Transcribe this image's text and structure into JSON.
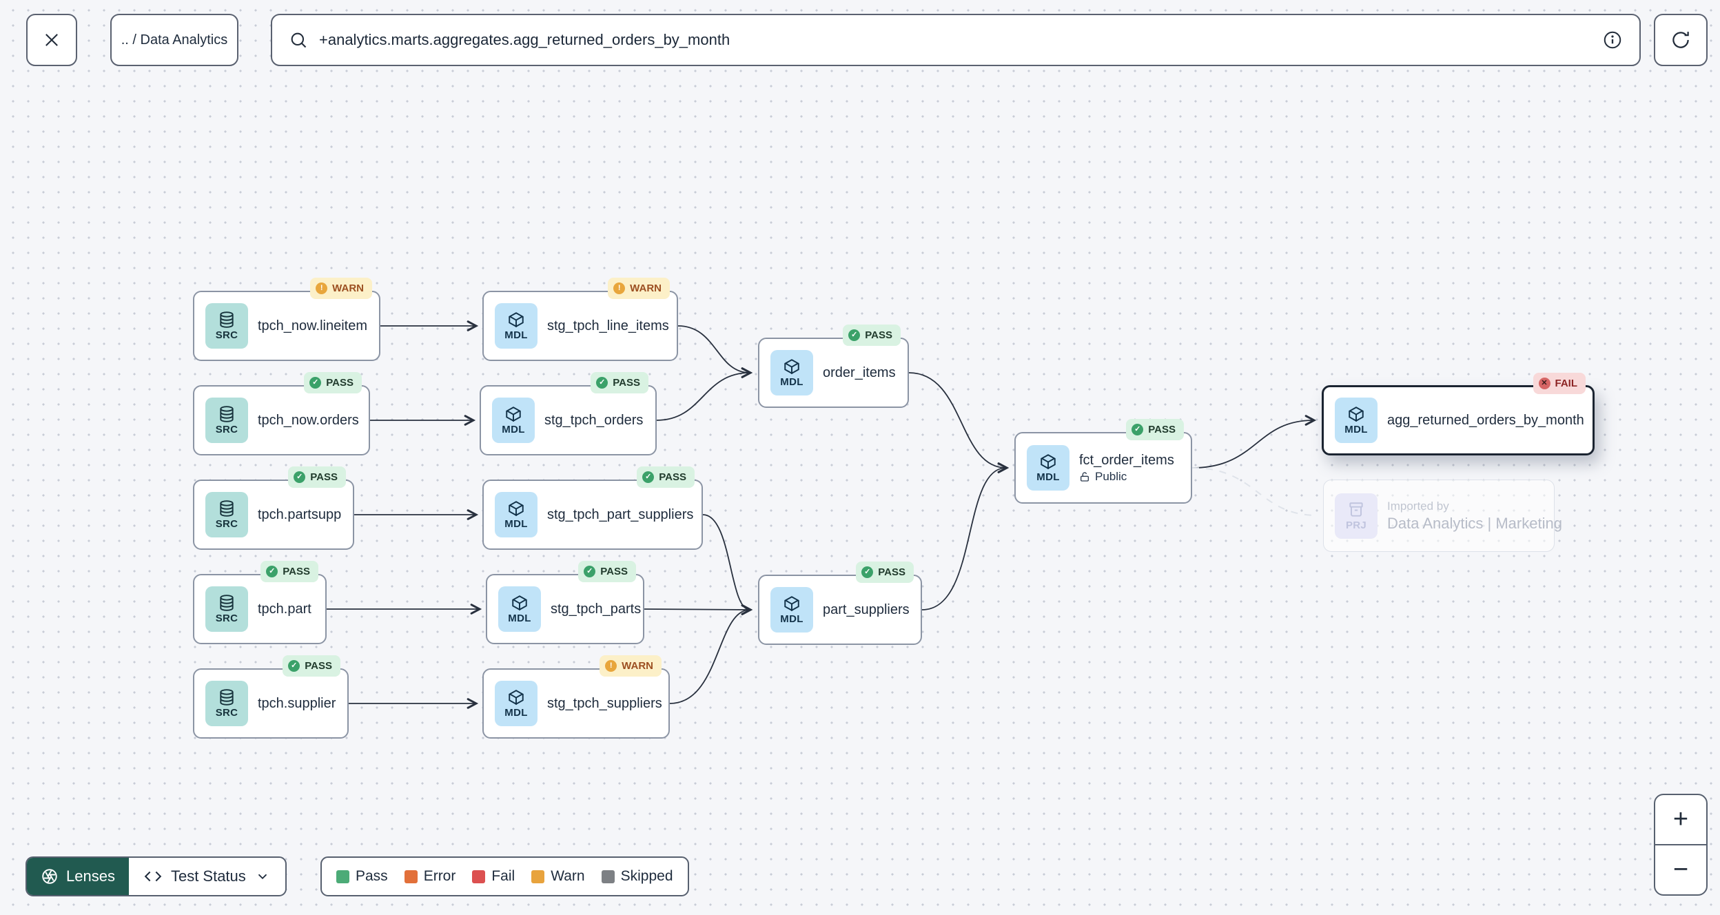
{
  "toolbar": {
    "breadcrumb": ".. / Data Analytics",
    "search": {
      "value": "+analytics.marts.aggregates.agg_returned_orders_by_month"
    }
  },
  "nodes": [
    {
      "type": "SRC",
      "label": "tpch_now.lineitem",
      "status": "WARN"
    },
    {
      "type": "MDL",
      "label": "stg_tpch_line_items",
      "status": "WARN"
    },
    {
      "type": "SRC",
      "label": "tpch_now.orders",
      "status": "PASS"
    },
    {
      "type": "MDL",
      "label": "stg_tpch_orders",
      "status": "PASS"
    },
    {
      "type": "SRC",
      "label": "tpch.partsupp",
      "status": "PASS"
    },
    {
      "type": "MDL",
      "label": "stg_tpch_part_suppliers",
      "status": "PASS"
    },
    {
      "type": "SRC",
      "label": "tpch.part",
      "status": "PASS"
    },
    {
      "type": "MDL",
      "label": "stg_tpch_parts",
      "status": "PASS"
    },
    {
      "type": "SRC",
      "label": "tpch.supplier",
      "status": "PASS"
    },
    {
      "type": "MDL",
      "label": "stg_tpch_suppliers",
      "status": "WARN"
    },
    {
      "type": "MDL",
      "label": "order_items",
      "status": "PASS"
    },
    {
      "type": "MDL",
      "label": "part_suppliers",
      "status": "PASS"
    },
    {
      "type": "MDL",
      "label": "fct_order_items",
      "status": "PASS",
      "visibility": "Public"
    },
    {
      "type": "MDL",
      "label": "agg_returned_orders_by_month",
      "status": "FAIL",
      "selected": true
    },
    {
      "type": "PRJ",
      "title": "Imported by",
      "label": "Data Analytics | Marketing",
      "faded": true
    }
  ],
  "badge_icons": {
    "pass": "✓",
    "warn": "!",
    "fail": "✕"
  },
  "lenses": {
    "button": "Lenses",
    "active_lens": "Test Status"
  },
  "legend": {
    "items": [
      {
        "label": "Pass",
        "color": "#4cab77"
      },
      {
        "label": "Error",
        "color": "#e2703a"
      },
      {
        "label": "Fail",
        "color": "#dc5050"
      },
      {
        "label": "Warn",
        "color": "#e8a33d"
      },
      {
        "label": "Skipped",
        "color": "#7d8084"
      }
    ]
  },
  "zoom": {
    "in": "+",
    "out": "−"
  },
  "colors": {
    "canvas_bg": "#f5f6f9",
    "node_border": "#8b94a4",
    "selected_border": "#1b2431",
    "pass_badge_bg": "#d9f2e2",
    "warn_badge_bg": "#fcf0c8",
    "fail_badge_bg": "#f8d9d9",
    "src_icon_bg": "#b3dfdb",
    "mdl_icon_bg": "#c0e3f8",
    "prj_icon_bg": "#e9e9f8",
    "lenses_bg": "#215a50",
    "edge": "#28303e"
  }
}
